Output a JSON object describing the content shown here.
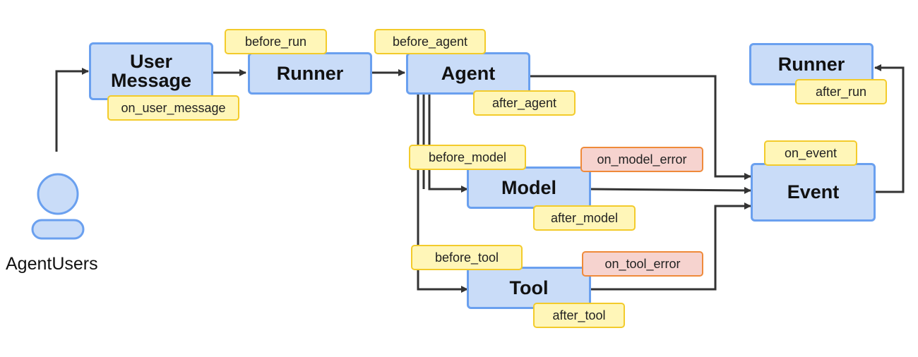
{
  "actor": {
    "label": "AgentUsers",
    "icon": "person-icon"
  },
  "nodes": {
    "user_message": "User\nMessage",
    "runner": "Runner",
    "agent": "Agent",
    "model": "Model",
    "tool": "Tool",
    "event": "Event",
    "runner_end": "Runner"
  },
  "callbacks": {
    "before_run": "before_run",
    "before_agent": "before_agent",
    "on_user_message": "on_user_message",
    "after_agent": "after_agent",
    "before_model": "before_model",
    "on_model_error": "on_model_error",
    "after_model": "after_model",
    "before_tool": "before_tool",
    "on_tool_error": "on_tool_error",
    "after_tool": "after_tool",
    "on_event": "on_event",
    "after_run": "after_run"
  },
  "colors": {
    "node_fill": "#c9dcf8",
    "node_border": "#6aa0ef",
    "callback_fill": "#fff6b8",
    "callback_border": "#f3cb2b",
    "error_fill": "#f6d3cf",
    "error_border": "#ef8a3a",
    "arrow": "#333333"
  }
}
